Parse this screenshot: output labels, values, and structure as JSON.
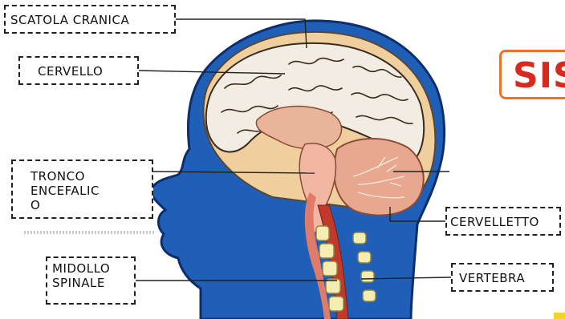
{
  "title": "SIS",
  "labels": {
    "scatola_cranica": "SCATOLA CRANICA",
    "cervello": "CERVELLO",
    "tronco_encefalico": [
      "TRONCO",
      "ENCEFALIC",
      "O"
    ],
    "midollo_spinale": [
      "MIDOLLO",
      "SPINALE"
    ],
    "cervelletto": "CERVELLETTO",
    "vertebra": "VERTEBRA"
  },
  "colors": {
    "head": "#1f5fb8",
    "head_outline": "#0b2f6e",
    "brain": "#f2ece2",
    "brain_outline": "#3a2a1f",
    "brainstem": "#f1b7a3",
    "spinal_red": "#c0392b",
    "vertebra": "#f4ecb0",
    "title_red": "#d62a1f",
    "title_border": "#e8732a"
  }
}
